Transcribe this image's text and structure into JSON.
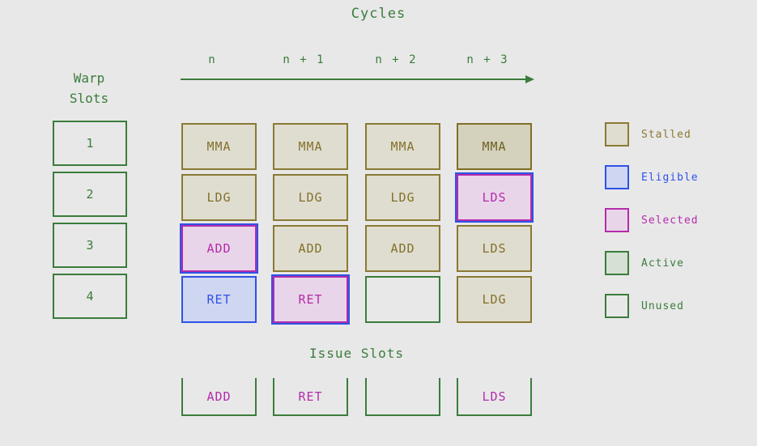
{
  "title": "Cycles",
  "warp_slots": {
    "label": [
      "Warp",
      "Slots"
    ],
    "numbers": [
      "1",
      "2",
      "3",
      "4"
    ]
  },
  "cycle_columns": [
    "n",
    "n + 1",
    "n + 2",
    "n + 3"
  ],
  "grid": {
    "cells": [
      {
        "label": "MMA",
        "state": "stalled"
      },
      {
        "label": "MMA",
        "state": "stalled"
      },
      {
        "label": "MMA",
        "state": "stalled"
      },
      {
        "label": "MMA",
        "state": "stalled-dark"
      },
      {
        "label": "LDG",
        "state": "stalled"
      },
      {
        "label": "LDG",
        "state": "stalled"
      },
      {
        "label": "LDG",
        "state": "stalled"
      },
      {
        "label": "LDS",
        "state": "selected"
      },
      {
        "label": "ADD",
        "state": "selected"
      },
      {
        "label": "ADD",
        "state": "stalled"
      },
      {
        "label": "ADD",
        "state": "stalled"
      },
      {
        "label": "LDS",
        "state": "stalled"
      },
      {
        "label": "RET",
        "state": "eligible"
      },
      {
        "label": "RET",
        "state": "selected"
      },
      {
        "label": "",
        "state": "unused"
      },
      {
        "label": "LDG",
        "state": "stalled"
      }
    ]
  },
  "issue_slots": {
    "title": "Issue Slots",
    "values": [
      "ADD",
      "RET",
      "",
      "LDS"
    ]
  },
  "legend": {
    "items": [
      {
        "label": "Stalled",
        "state": "stalled"
      },
      {
        "label": "Eligible",
        "state": "eligible"
      },
      {
        "label": "Selected",
        "state": "selected"
      },
      {
        "label": "Active",
        "state": "active"
      },
      {
        "label": "Unused",
        "state": "unused"
      }
    ]
  },
  "colors": {
    "background": "#e8e8e8",
    "green": "#3b7c3c",
    "stalled_border": "#8a7933",
    "stalled_fill": "#dfddcf",
    "stalled_dark_fill": "#d4d1bc",
    "eligible_border": "#2e52e6",
    "eligible_fill": "#cfd6f1",
    "selected_border": "#b42cab",
    "selected_fill": "#e9d5e9",
    "active_fill": "#d6e0d3"
  }
}
